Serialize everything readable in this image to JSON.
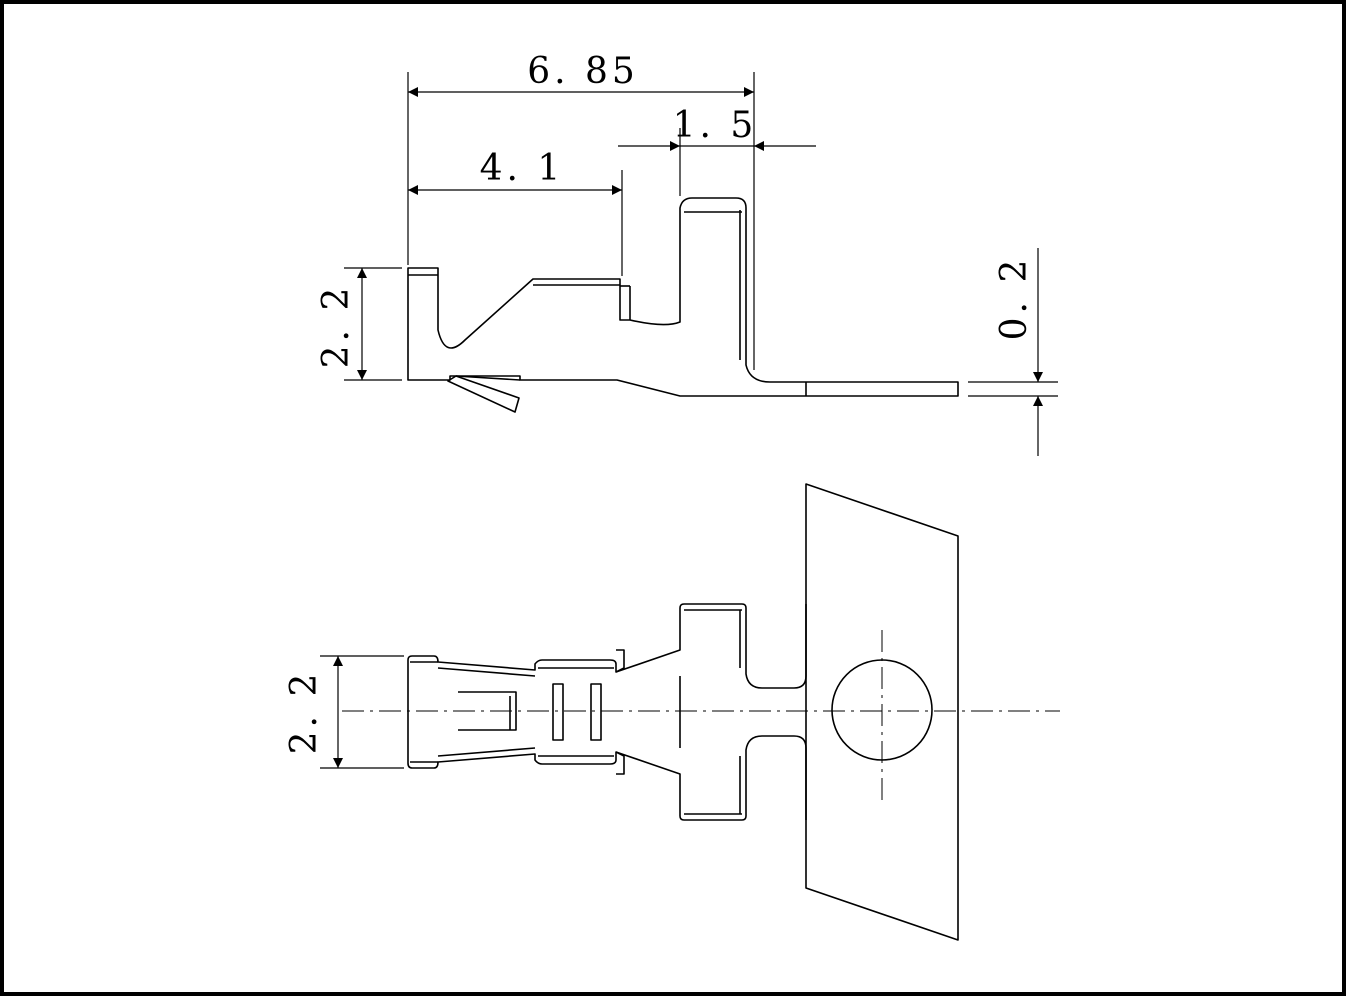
{
  "drawing": {
    "dimensions": {
      "overall_length": "6. 85",
      "crimp_length": "4. 1",
      "contact_width": "1. 5",
      "side_height": "2. 2",
      "thickness": "0. 2",
      "top_view_width": "2. 2"
    }
  }
}
